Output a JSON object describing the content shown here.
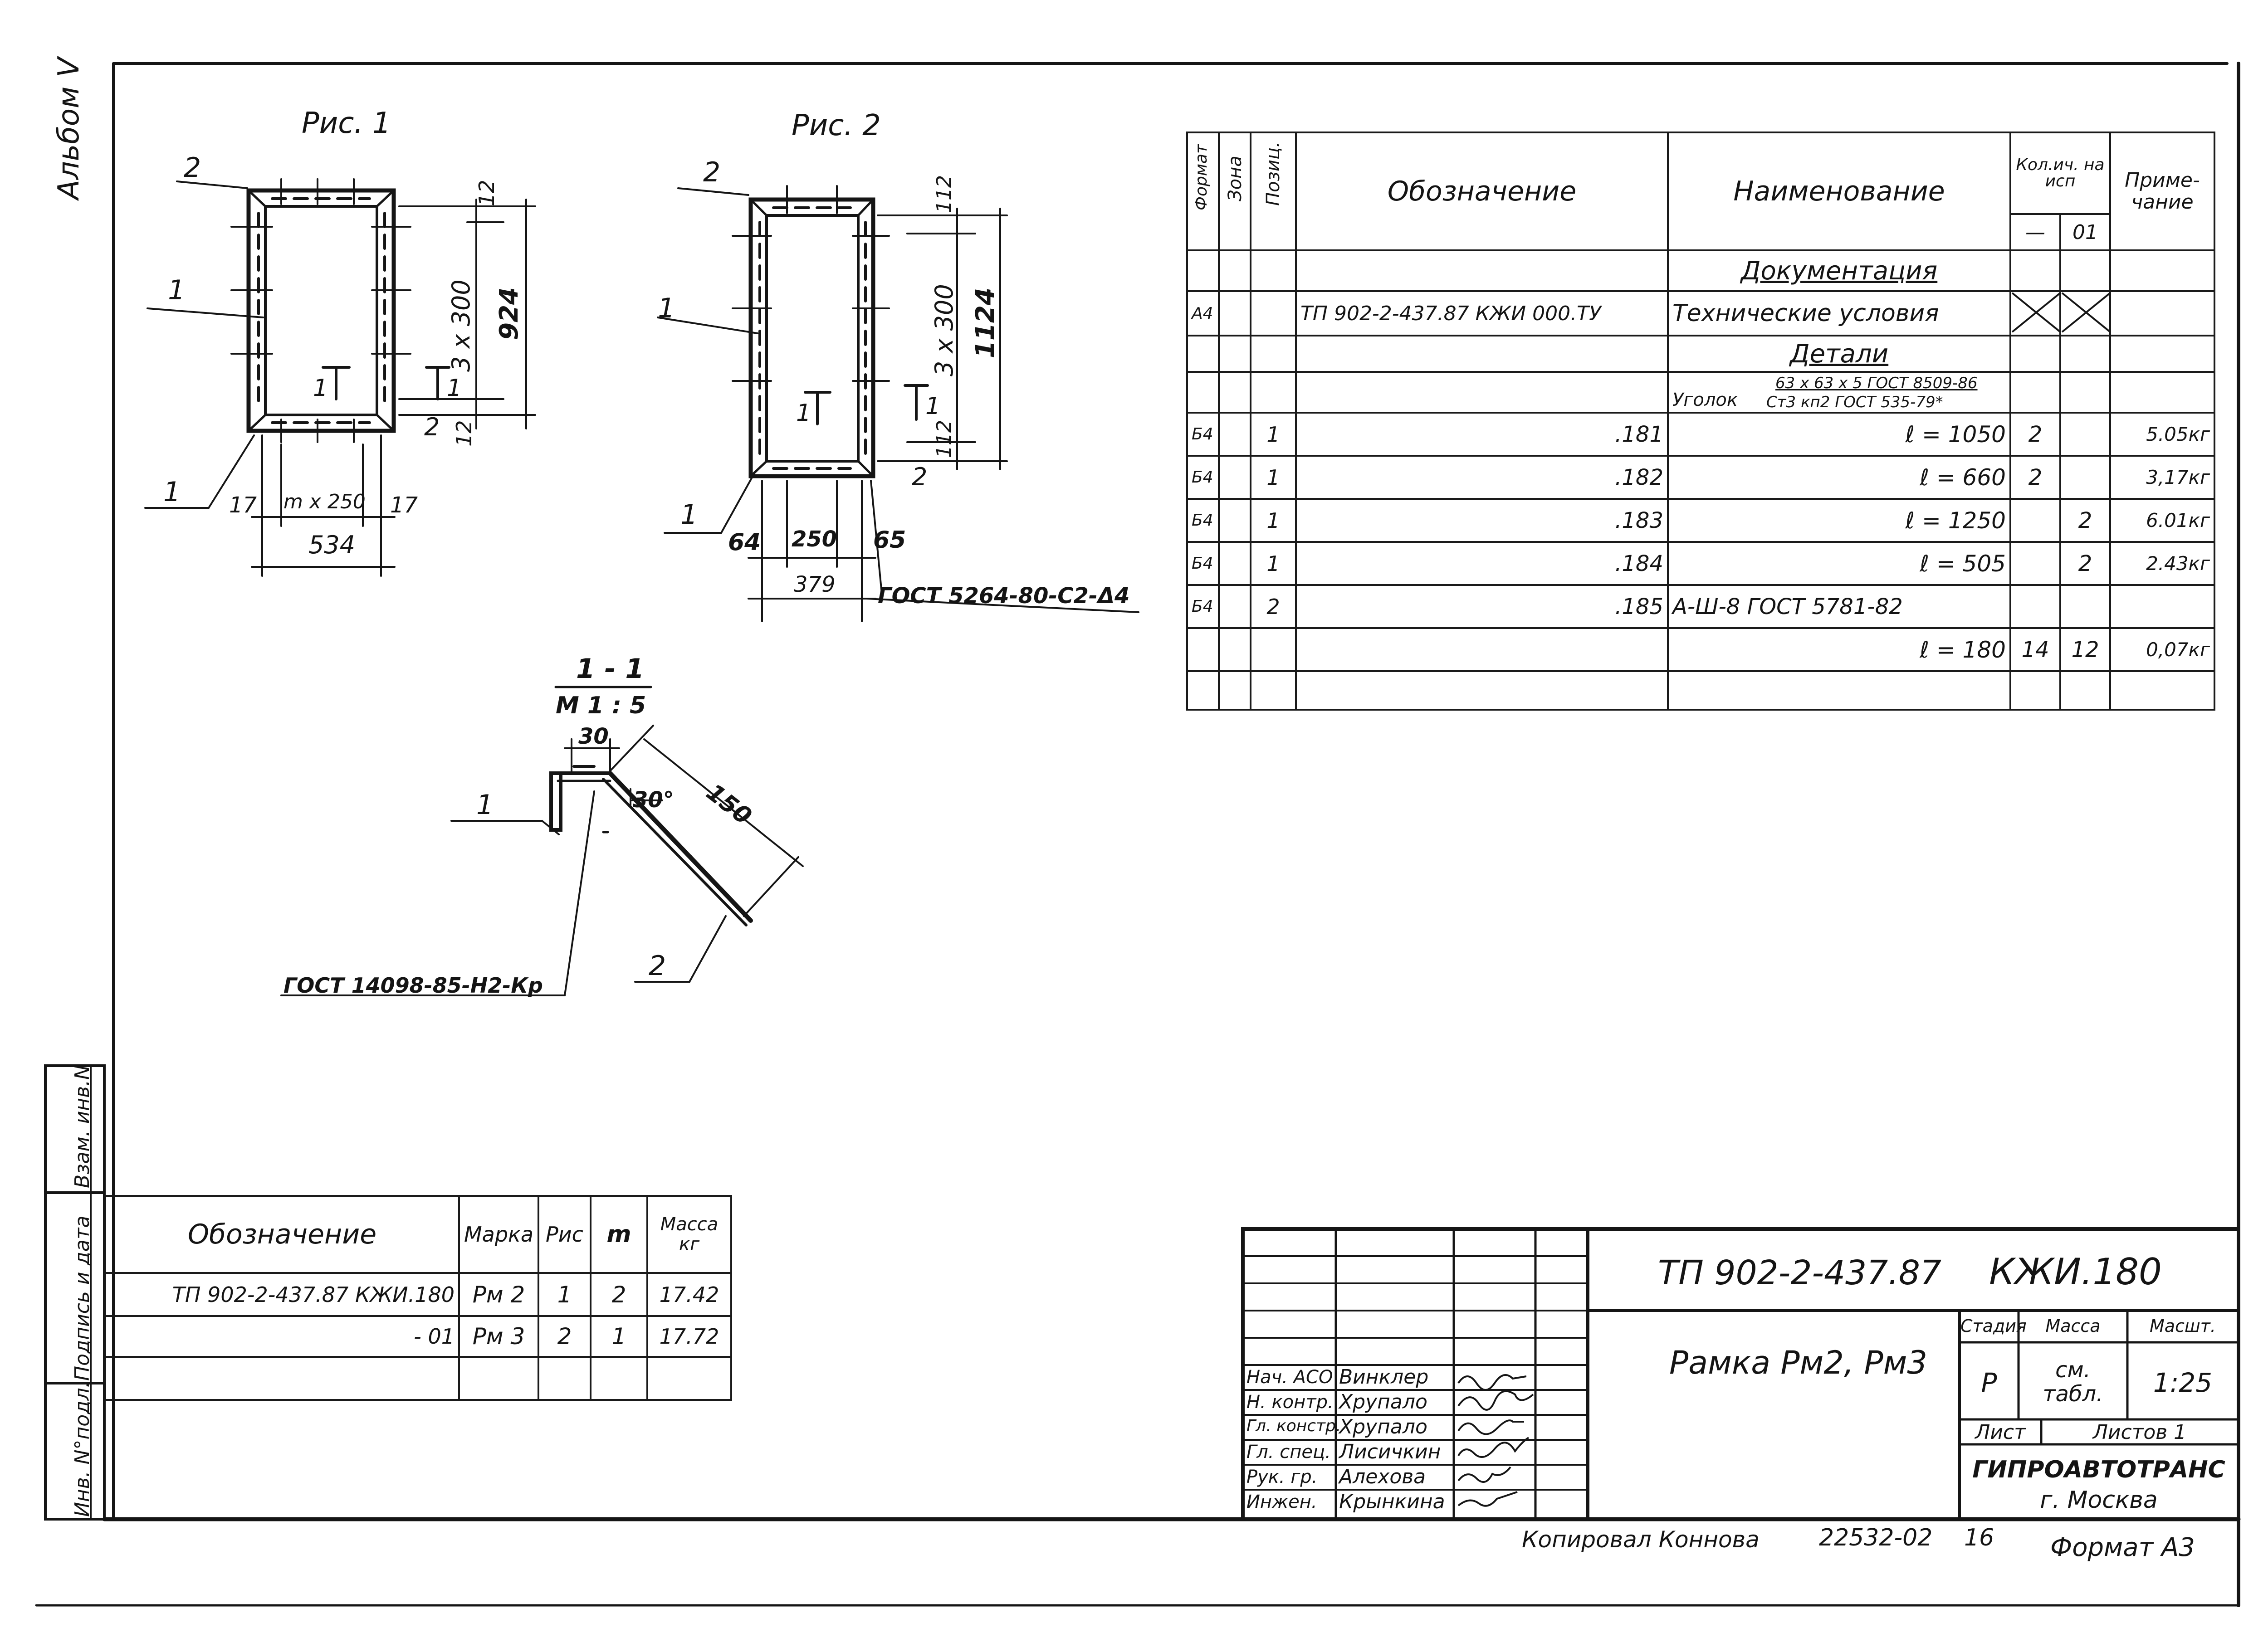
{
  "side": {
    "album": "Альбом V",
    "stamp_cells": [
      "Взам. инв.N",
      "Подпись и дата",
      "Инв. N°подл."
    ]
  },
  "figures": {
    "fig1_title": "Рис. 1",
    "fig2_title": "Рис. 2",
    "fig1": {
      "pos1": "1",
      "pos2": "2",
      "pos1_bottom": "1",
      "dim_12_top": "12",
      "dim_span": "3 x 300",
      "dim_total": "924",
      "dim_12_bottom": "12",
      "dim_2": "2",
      "section_mark": "1",
      "section_mark_side": "1",
      "dim_17_left": "17",
      "dim_m": "m x 250",
      "dim_17_right": "17",
      "dim_width": "534"
    },
    "fig2": {
      "pos1": "1",
      "pos2": "2",
      "pos1_bottom": "1",
      "dim_112_top": "112",
      "dim_span": "3 x 300",
      "dim_total": "1124",
      "dim_112_bottom": "112",
      "dim_2": "2",
      "section_mark": "1",
      "section_mark_side": "1",
      "dim_64": "64",
      "dim_250": "250",
      "dim_65": "65",
      "dim_379": "379",
      "weld": "ГОСТ 5264-80-С2-Δ4"
    },
    "section": {
      "title": "1 - 1",
      "scale": "М 1 : 5",
      "dim_30": "30",
      "dim_150": "150",
      "angle": "30°",
      "pos1": "1",
      "pos2": "2",
      "weld": "ГОСТ 14098-85-Н2-Кр"
    }
  },
  "spec": {
    "headers": {
      "format": "Формат",
      "zone": "Зона",
      "pos": "Позиц.",
      "designation": "Обозначение",
      "name": "Наименование",
      "qty": "Кол.ич. на исп",
      "qty_a": "—",
      "qty_b": "01",
      "note": "Приме- чание"
    },
    "rows": [
      {
        "format": "",
        "pos": "",
        "designation": "",
        "name": "Документация",
        "q1": "",
        "q2": "",
        "note": ""
      },
      {
        "format": "А4",
        "pos": "",
        "designation": "ТП 902-2-437.87   КЖИ 000.ТУ",
        "name": "Технические условия",
        "q1": "",
        "q2": "",
        "note": ""
      },
      {
        "format": "",
        "pos": "",
        "designation": "",
        "name": "Детали",
        "q1": "",
        "q2": "",
        "note": ""
      },
      {
        "format": "",
        "pos": "",
        "designation": "",
        "name": "Уголок",
        "name_top": "63 x 63 x 5  ГОСТ 8509-86",
        "name_bottom": "Ст3 кп2 ГОСТ 535-79*",
        "q1": "",
        "q2": "",
        "note": ""
      },
      {
        "format": "Б4",
        "pos": "1",
        "designation": ".181",
        "name": "ℓ = 1050",
        "q1": "2",
        "q2": "",
        "note": "5.05кг"
      },
      {
        "format": "Б4",
        "pos": "1",
        "designation": ".182",
        "name": "ℓ = 660",
        "q1": "2",
        "q2": "",
        "note": "3,17кг"
      },
      {
        "format": "Б4",
        "pos": "1",
        "designation": ".183",
        "name": "ℓ = 1250",
        "q1": "",
        "q2": "2",
        "note": "6.01кг"
      },
      {
        "format": "Б4",
        "pos": "1",
        "designation": ".184",
        "name": "ℓ = 505",
        "q1": "",
        "q2": "2",
        "note": "2.43кг"
      },
      {
        "format": "Б4",
        "pos": "2",
        "designation": ".185",
        "name": "А-Ш-8 ГОСТ 5781-82",
        "q1": "",
        "q2": "",
        "note": ""
      },
      {
        "format": "",
        "pos": "",
        "designation": "",
        "name": "ℓ = 180",
        "q1": "14",
        "q2": "12",
        "note": "0,07кг"
      },
      {
        "format": "",
        "pos": "",
        "designation": "",
        "name": "",
        "q1": "",
        "q2": "",
        "note": ""
      }
    ]
  },
  "marks": {
    "headers": {
      "designation": "Обозначение",
      "mark": "Марка",
      "fig": "Рис",
      "m": "m",
      "mass": "Масса кг"
    },
    "rows": [
      {
        "designation": "ТП 902-2-437.87  КЖИ.180",
        "mark": "Рм 2",
        "fig": "1",
        "m": "2",
        "mass": "17.42"
      },
      {
        "designation": "- 01",
        "mark": "Рм 3",
        "fig": "2",
        "m": "1",
        "mass": "17.72"
      },
      {
        "designation": "",
        "mark": "",
        "fig": "",
        "m": "",
        "mass": ""
      }
    ]
  },
  "title_block": {
    "doc_code": "ТП 902-2-437.87",
    "doc_sheet_code": "КЖИ.180",
    "name": "Рамка Рм2, Рм3",
    "stage_label": "Стадия",
    "mass_label": "Масса",
    "scale_label": "Масшт.",
    "stage": "Р",
    "mass": "см. табл.",
    "scale": "1:25",
    "sheet_label": "Лист",
    "sheets_label": "Листов 1",
    "org": "ГИПРОАВТОТРАНС",
    "city": "г. Москва",
    "people": [
      {
        "role": "Нач. АСО",
        "name": "Винклер"
      },
      {
        "role": "Н. контр.",
        "name": "Хрупало"
      },
      {
        "role": "Гл. констр.",
        "name": "Хрупало"
      },
      {
        "role": "Гл. спец.",
        "name": "Лисичкин"
      },
      {
        "role": "Рук. гр.",
        "name": "Алехова"
      },
      {
        "role": "Инжен.",
        "name": "Крынкина"
      }
    ]
  },
  "footer": {
    "copied": "Копировал Коннова",
    "order": "22532-02",
    "sheet_no": "16",
    "format": "Формат А3"
  }
}
